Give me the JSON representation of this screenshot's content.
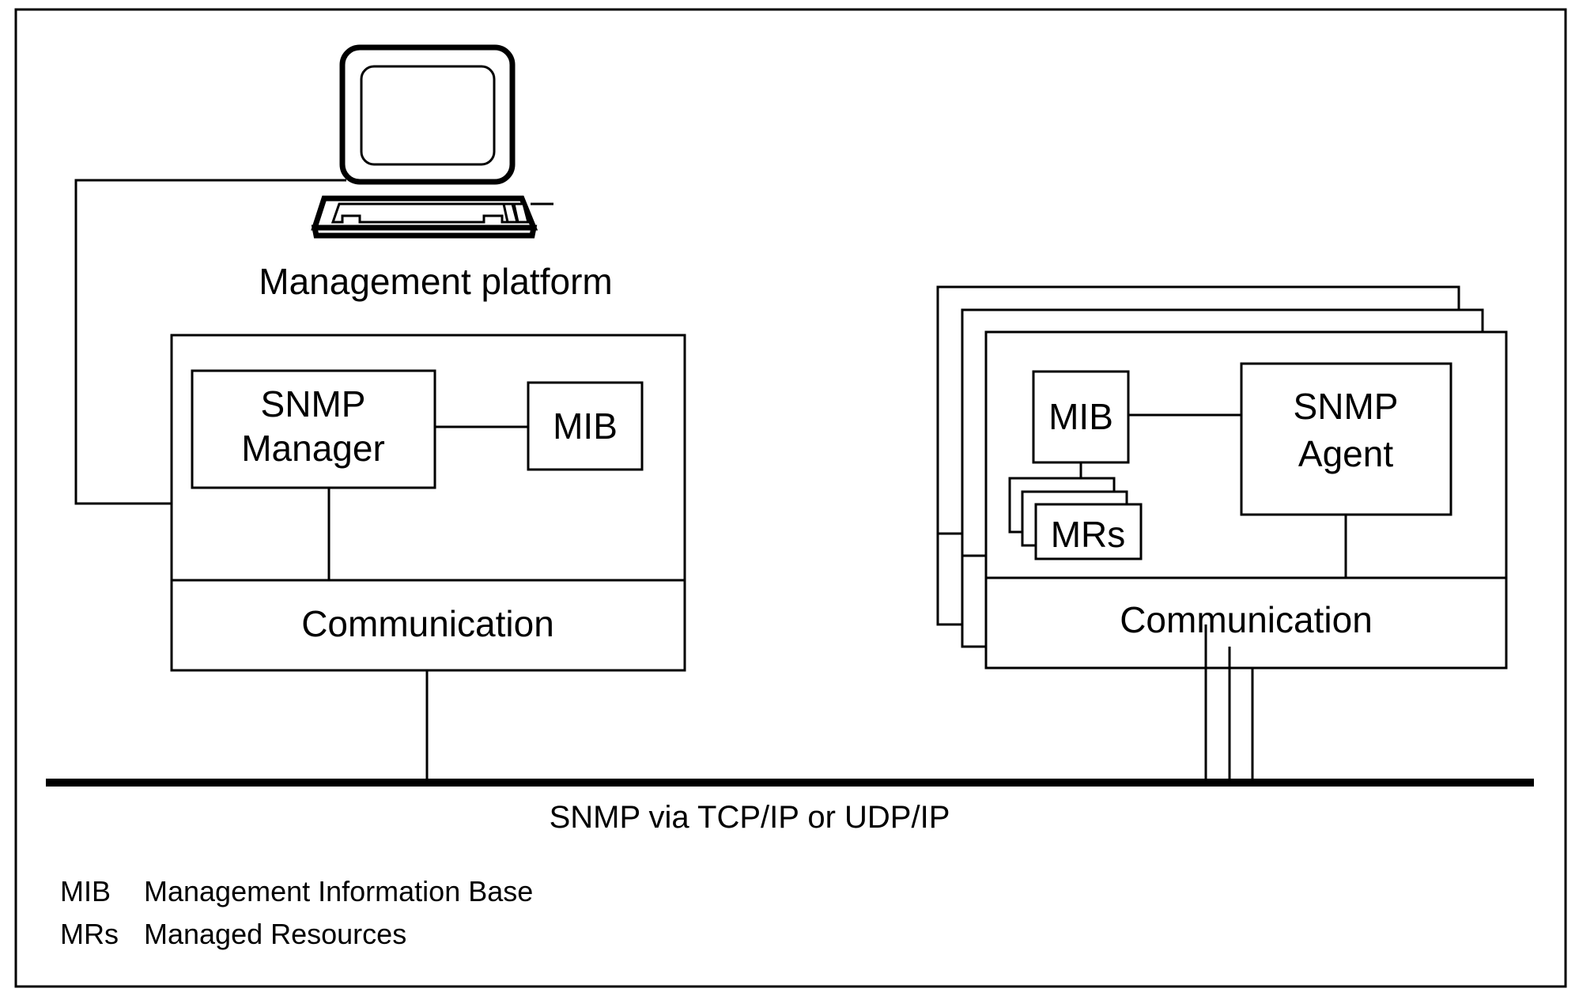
{
  "figure": {
    "caption": "Management platform",
    "bus_label": "SNMP via TCP/IP or UDP/IP"
  },
  "manager_panel": {
    "blocks": [
      {
        "name": "snmp-manager",
        "line1": "SNMP",
        "line2": "Manager"
      },
      {
        "name": "mib",
        "line1": "MIB",
        "line2": ""
      }
    ],
    "communication_label": "Communication"
  },
  "agent_panel": {
    "blocks": [
      {
        "name": "mib",
        "line1": "MIB",
        "line2": ""
      },
      {
        "name": "snmp-agent",
        "line1": "SNMP",
        "line2": "Agent"
      },
      {
        "name": "managed-resources",
        "line1": "MRs",
        "line2": ""
      }
    ],
    "communication_label": "Communication",
    "stack_count": 3
  },
  "legend": {
    "entries": [
      {
        "key": "MIB",
        "value": "Management Information Base"
      },
      {
        "key": "MRs",
        "value": "Managed Resources"
      }
    ]
  },
  "icons": {
    "workstation": "computer-monitor-icon",
    "keyboard": "keyboard-icon"
  },
  "colors": {
    "stroke": "#000000",
    "background": "#ffffff",
    "fill": "#ffffff"
  }
}
